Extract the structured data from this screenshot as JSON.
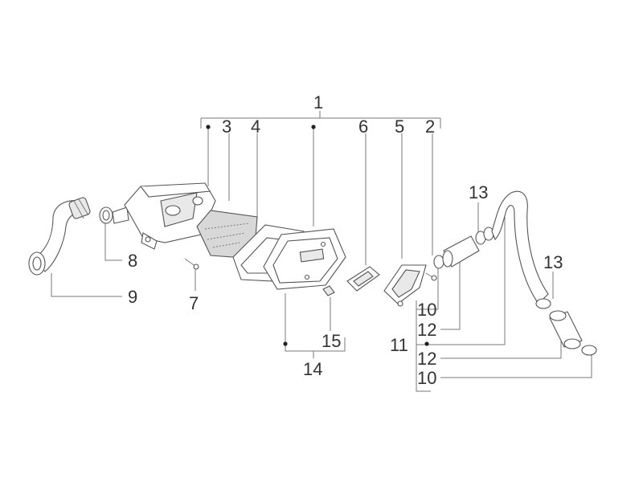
{
  "labels": {
    "l1": "1",
    "l2": "2",
    "l3": "3",
    "l4": "4",
    "l5": "5",
    "l6": "6",
    "l7": "7",
    "l8": "8",
    "l9": "9",
    "l10a": "10",
    "l10b": "10",
    "l11": "11",
    "l12a": "12",
    "l12b": "12",
    "l13a": "13",
    "l13b": "13",
    "l14": "14",
    "l15": "15"
  }
}
